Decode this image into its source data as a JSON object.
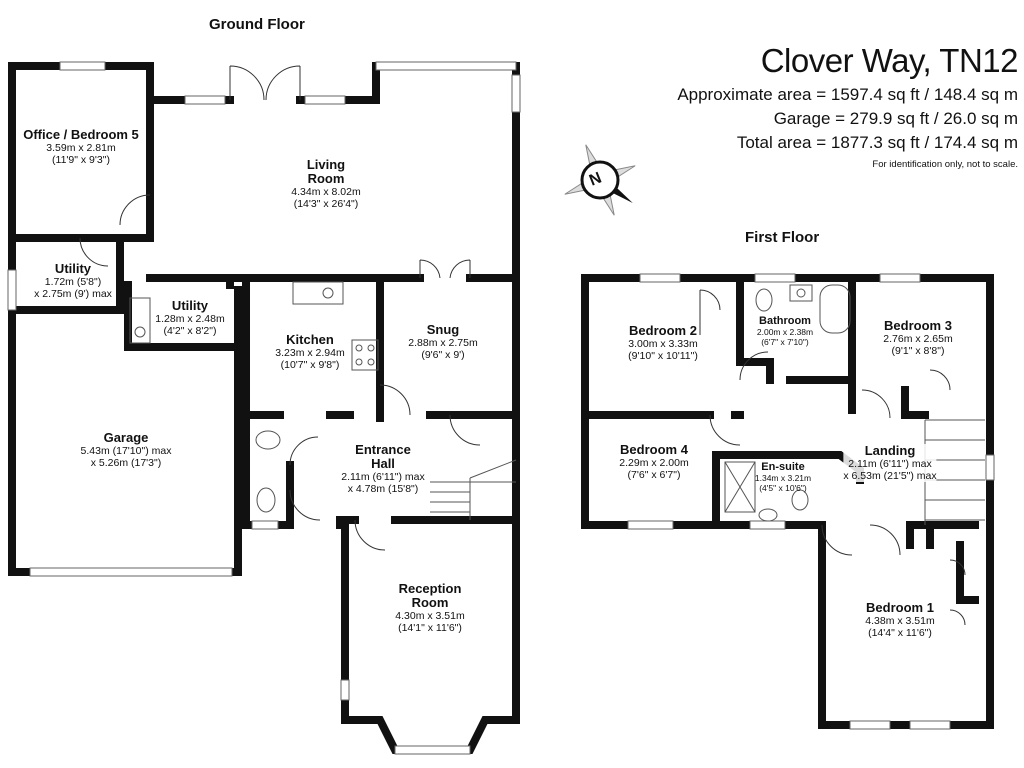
{
  "header": {
    "address": "Clover Way, TN12",
    "areas": [
      "Approximate area = 1597.4 sq ft / 148.4 sq m",
      "Garage = 279.9 sq ft / 26.0 sq m",
      "Total area = 1877.3 sq ft / 174.4 sq m"
    ],
    "disclaimer": "For identification only, not to scale."
  },
  "compass": {
    "label": "N",
    "icon": "compass-rose-icon"
  },
  "floors": {
    "ground": {
      "title": "Ground Floor",
      "rooms": [
        {
          "id": "office-bedroom-5",
          "name": "Office / Bedroom 5",
          "metric": "3.59m x 2.81m",
          "imperial": "(11'9\" x 9'3\")"
        },
        {
          "id": "living-room",
          "name": "Living Room",
          "name_lines": [
            "Living",
            "Room"
          ],
          "metric": "4.34m x 8.02m",
          "imperial": "(14'3\" x 26'4\")"
        },
        {
          "id": "utility-1",
          "name": "Utility",
          "metric": "1.72m (5'8\")",
          "imperial": "x 2.75m (9') max"
        },
        {
          "id": "utility-2",
          "name": "Utility",
          "metric": "1.28m x 2.48m",
          "imperial": "(4'2\" x 8'2\")"
        },
        {
          "id": "kitchen",
          "name": "Kitchen",
          "metric": "3.23m x 2.94m",
          "imperial": "(10'7\" x 9'8\")"
        },
        {
          "id": "snug",
          "name": "Snug",
          "metric": "2.88m x 2.75m",
          "imperial": "(9'6\" x 9')"
        },
        {
          "id": "garage",
          "name": "Garage",
          "metric": "5.43m (17'10\") max",
          "imperial": "x 5.26m (17'3\")"
        },
        {
          "id": "entrance-hall",
          "name": "Entrance Hall",
          "name_lines": [
            "Entrance",
            "Hall"
          ],
          "metric": "2.11m (6'11\") max",
          "imperial": "x 4.78m (15'8\")"
        },
        {
          "id": "reception-room",
          "name": "Reception Room",
          "name_lines": [
            "Reception",
            "Room"
          ],
          "metric": "4.30m x 3.51m",
          "imperial": "(14'1\" x 11'6\")"
        }
      ]
    },
    "first": {
      "title": "First Floor",
      "rooms": [
        {
          "id": "bedroom-2",
          "name": "Bedroom 2",
          "metric": "3.00m x 3.33m",
          "imperial": "(9'10\" x 10'11\")"
        },
        {
          "id": "bathroom",
          "name": "Bathroom",
          "metric": "2.00m x 2.38m",
          "imperial": "(6'7\" x 7'10\")"
        },
        {
          "id": "bedroom-3",
          "name": "Bedroom 3",
          "metric": "2.76m x 2.65m",
          "imperial": "(9'1\" x 8'8\")"
        },
        {
          "id": "bedroom-4",
          "name": "Bedroom 4",
          "metric": "2.29m x 2.00m",
          "imperial": "(7'6\" x 6'7\")"
        },
        {
          "id": "en-suite",
          "name": "En-suite",
          "metric": "1.34m x 3.21m",
          "imperial": "(4'5\" x 10'6\")"
        },
        {
          "id": "landing",
          "name": "Landing",
          "metric": "2.11m (6'11\") max",
          "imperial": "x 6.53m (21'5\") max"
        },
        {
          "id": "bedroom-1",
          "name": "Bedroom 1",
          "metric": "4.38m x 3.51m",
          "imperial": "(14'4\" x 11'6\")"
        }
      ]
    }
  }
}
